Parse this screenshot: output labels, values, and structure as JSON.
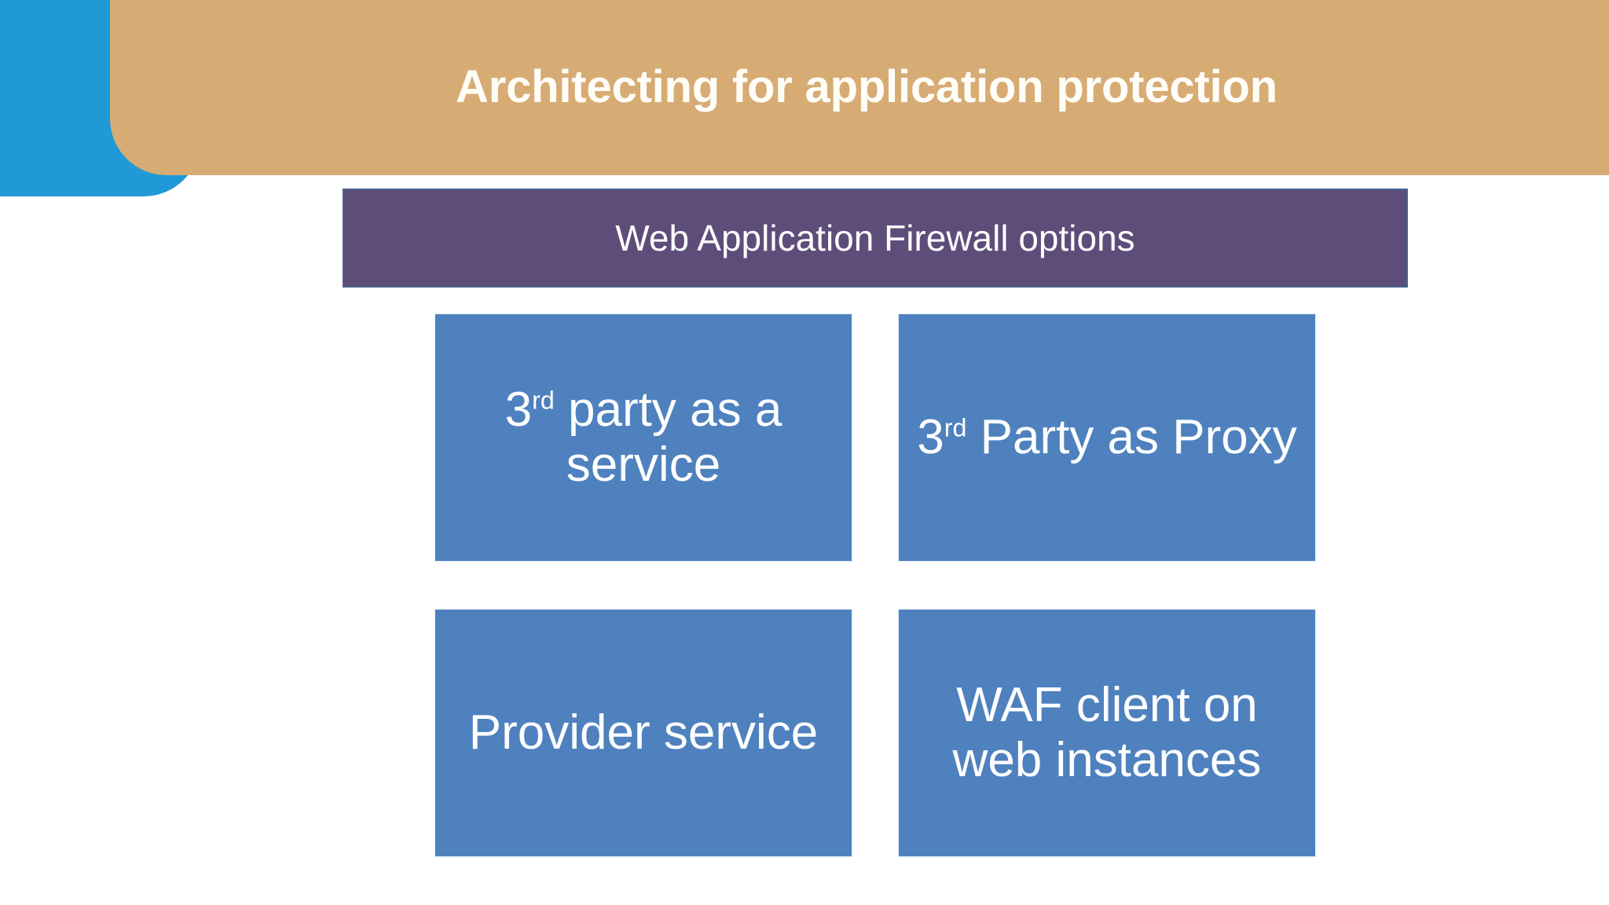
{
  "slide": {
    "title": "Architecting for application protection",
    "background_color": "#ffffff",
    "accent_blue": "#2099d6",
    "accent_tan": "#d7ac74",
    "title_color": "#fffdf7"
  },
  "waf_section": {
    "header_label": "Web Application Firewall options",
    "header_fill": "#5e4d79",
    "header_border": "#46638e",
    "header_text_color": "#ffffff",
    "box_fill": "#4e81be",
    "box_text_color": "#ffffff",
    "options": [
      {
        "id": "third-party-as-a-service",
        "ordinal": "3",
        "ordinal_suffix": "rd",
        "rest": " party as a service",
        "plain": "3rd party as a service"
      },
      {
        "id": "third-party-as-proxy",
        "ordinal": "3",
        "ordinal_suffix": "rd",
        "rest": " Party as Proxy",
        "plain": "3rd Party as Proxy"
      },
      {
        "id": "provider-service",
        "ordinal": "",
        "ordinal_suffix": "",
        "rest": "Provider service",
        "plain": "Provider service"
      },
      {
        "id": "waf-client-on-web-instances",
        "ordinal": "",
        "ordinal_suffix": "",
        "rest": "WAF client on web instances",
        "plain": "WAF client on web instances"
      }
    ]
  }
}
